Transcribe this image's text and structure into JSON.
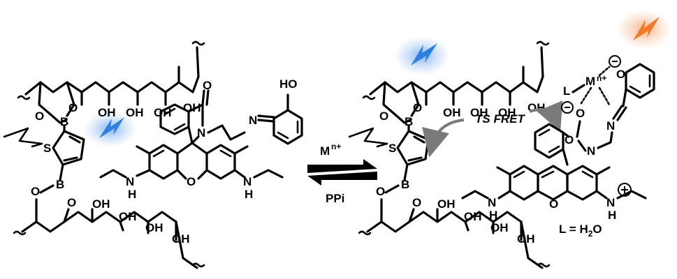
{
  "atoms": {
    "oh": "OH",
    "ho": "HO",
    "o": "O",
    "b": "B",
    "s": "S",
    "n": "N",
    "h": "H",
    "m_super": "n+",
    "m": "M",
    "ligand": "L"
  },
  "reaction": {
    "forward_label": "M",
    "forward_super": "n+",
    "reverse_label": "PPi"
  },
  "annotations": {
    "fret": "TS FRET",
    "ligand_def": "L = H",
    "ligand_def_sub": "2",
    "ligand_def_end": "O"
  },
  "colors": {
    "blue_glow": "#2f7fe0",
    "orange_glow": "#f07a2a",
    "arrow_gray": "#7a7a7a"
  }
}
